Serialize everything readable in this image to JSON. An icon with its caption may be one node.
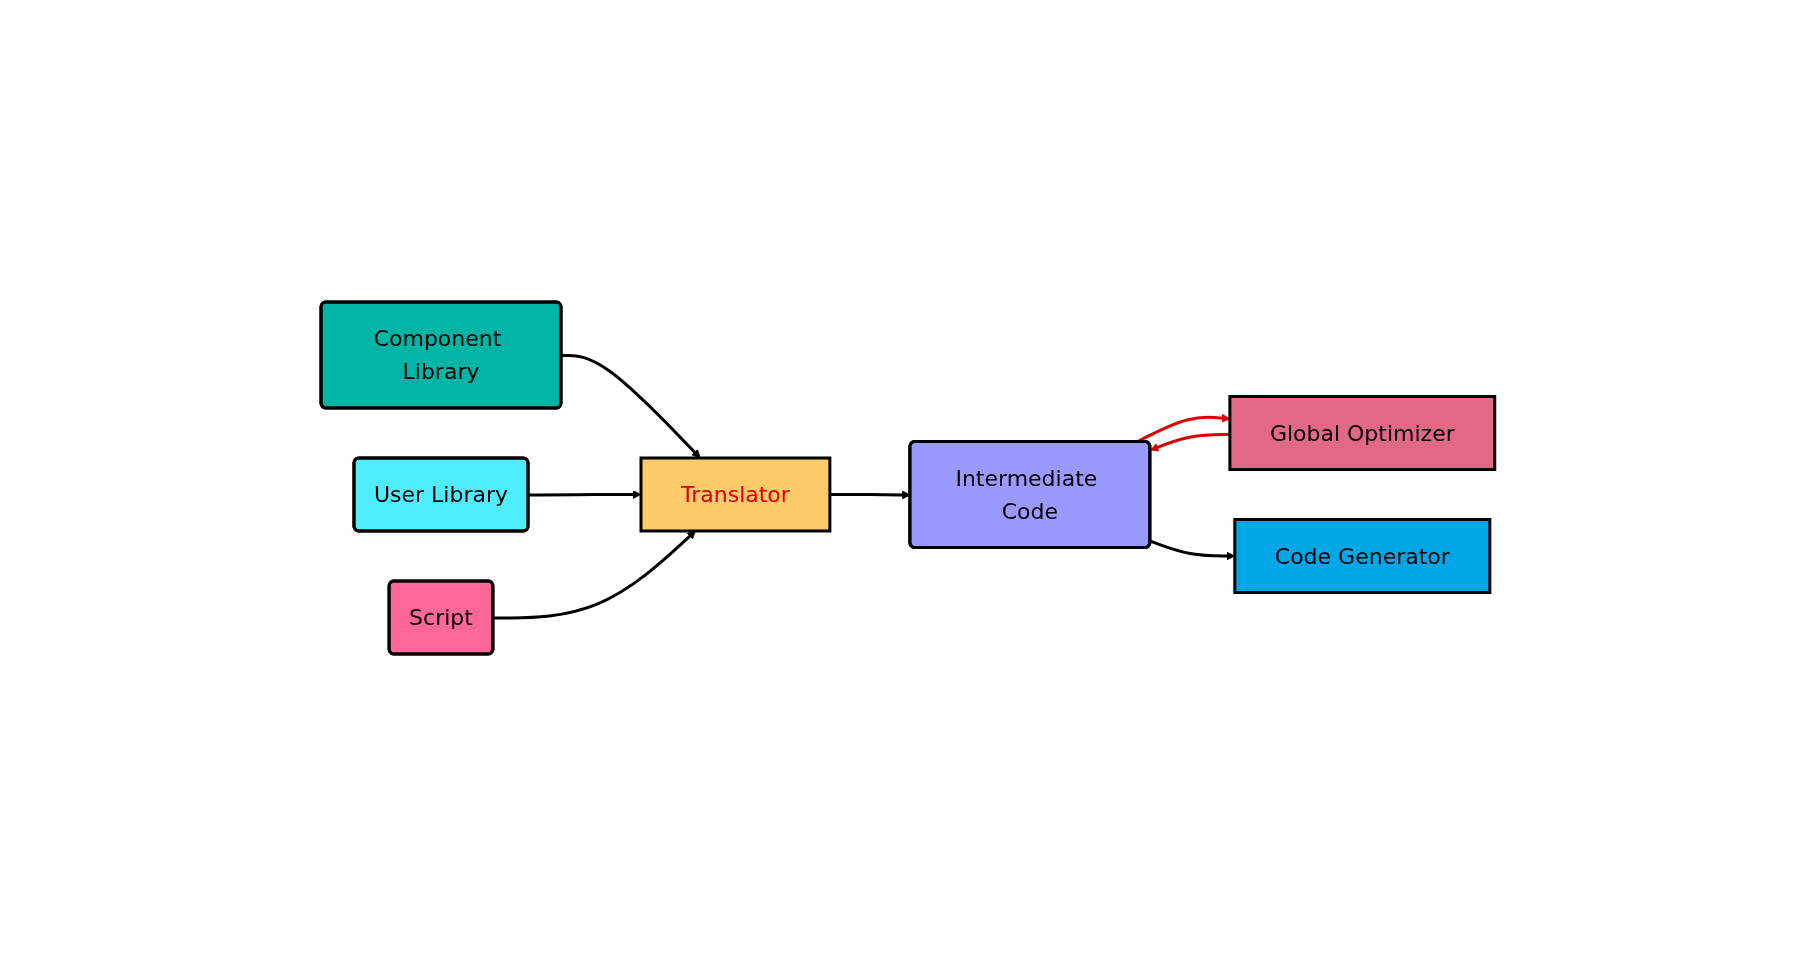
{
  "diagram": {
    "nodes": [
      {
        "text": [
          "Component Library"
        ]
      },
      {
        "text": [
          "User Library"
        ]
      },
      {
        "text": [
          "Script"
        ]
      },
      {
        "text": [
          "Translator"
        ]
      },
      {
        "text": [
          "Intermediate Code"
        ]
      },
      {
        "text": [
          "Global Optimizer"
        ]
      },
      {
        "text": [
          "Code Generator"
        ]
      }
    ],
    "edges": [
      {
        "from": 0,
        "to": 3,
        "arrow": "to"
      },
      {
        "from": 1,
        "to": 3,
        "arrow": "to"
      },
      {
        "from": 2,
        "to": 3,
        "arrow": "to"
      },
      {
        "from": 3,
        "to": 4,
        "arrow": "to"
      },
      {
        "from": 4,
        "to": 5,
        "arrow": "to",
        "color": "#dd0000"
      },
      {
        "from": 5,
        "to": 4,
        "arrow": "to",
        "color": "#dd0000"
      },
      {
        "from": 4,
        "to": 6,
        "arrow": "to"
      }
    ]
  }
}
